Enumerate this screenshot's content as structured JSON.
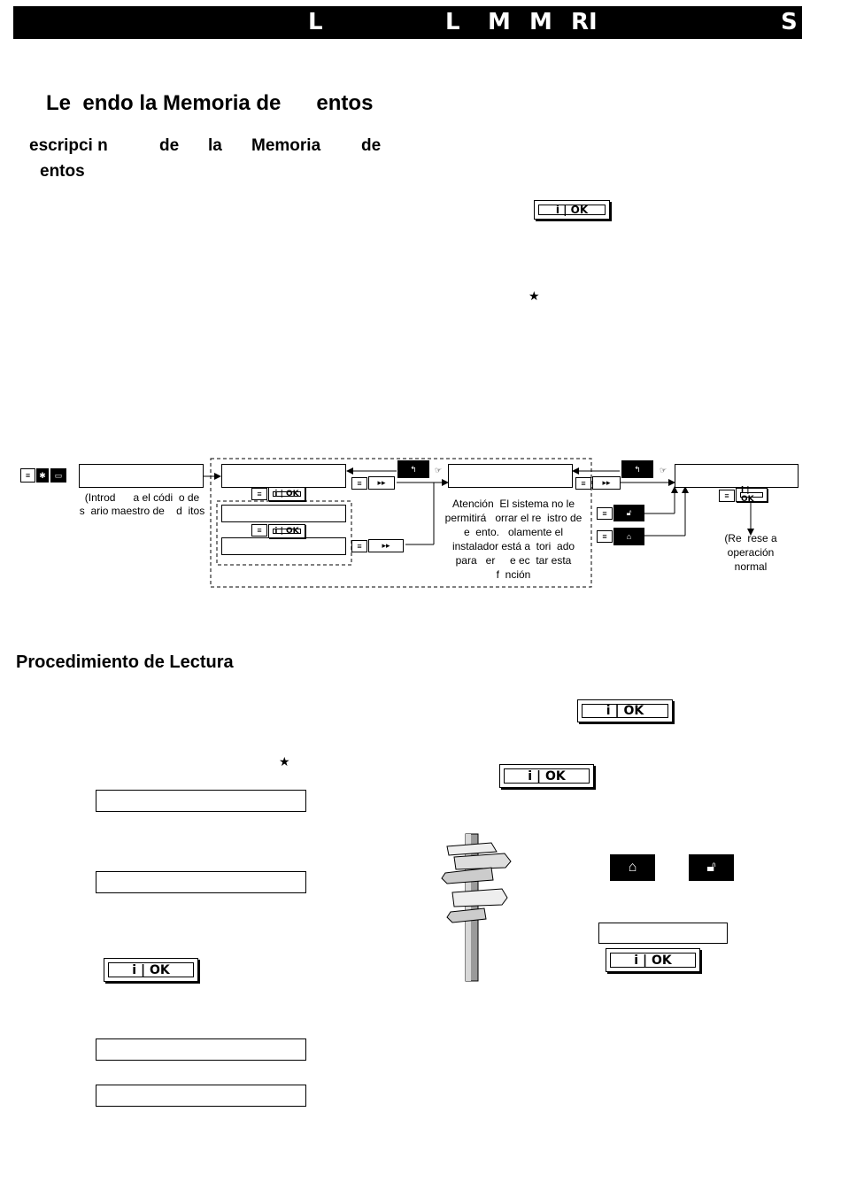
{
  "header": {
    "letters": [
      "L",
      "L",
      "M",
      "M",
      "RI",
      "S"
    ]
  },
  "title": "Le  endo la Memoria de      entos",
  "subtitle": {
    "line1": [
      "escripci  n",
      "de",
      "la",
      "Memoria",
      "de"
    ],
    "line2": "entos"
  },
  "section_title": "Procedimiento de Lectura",
  "ok_label": "i | OK",
  "star": "★",
  "diagram": {
    "caption_code": [
      "(Introd      a el códi  o de",
      "s  ario maestro de    d  itos"
    ],
    "caption_warning": [
      "Atención  El sistema no le",
      "permitirá   orrar el re  istro de",
      "e  ento.   olamente el",
      "instalador está a  tori  ado",
      "para   er     e ec  tar esta",
      "f  nción"
    ],
    "caption_return": [
      "(Re  rese a",
      "operación",
      "normal"
    ]
  },
  "icons": {
    "menu": "menu-icon",
    "asterisk": "asterisk-icon",
    "memo": "memo-icon",
    "back": "back-icon",
    "hand": "hand-pointer-icon",
    "next": "next-icon",
    "lock": "lock-icon",
    "home": "home-icon",
    "signpost": "signpost-illustration"
  }
}
